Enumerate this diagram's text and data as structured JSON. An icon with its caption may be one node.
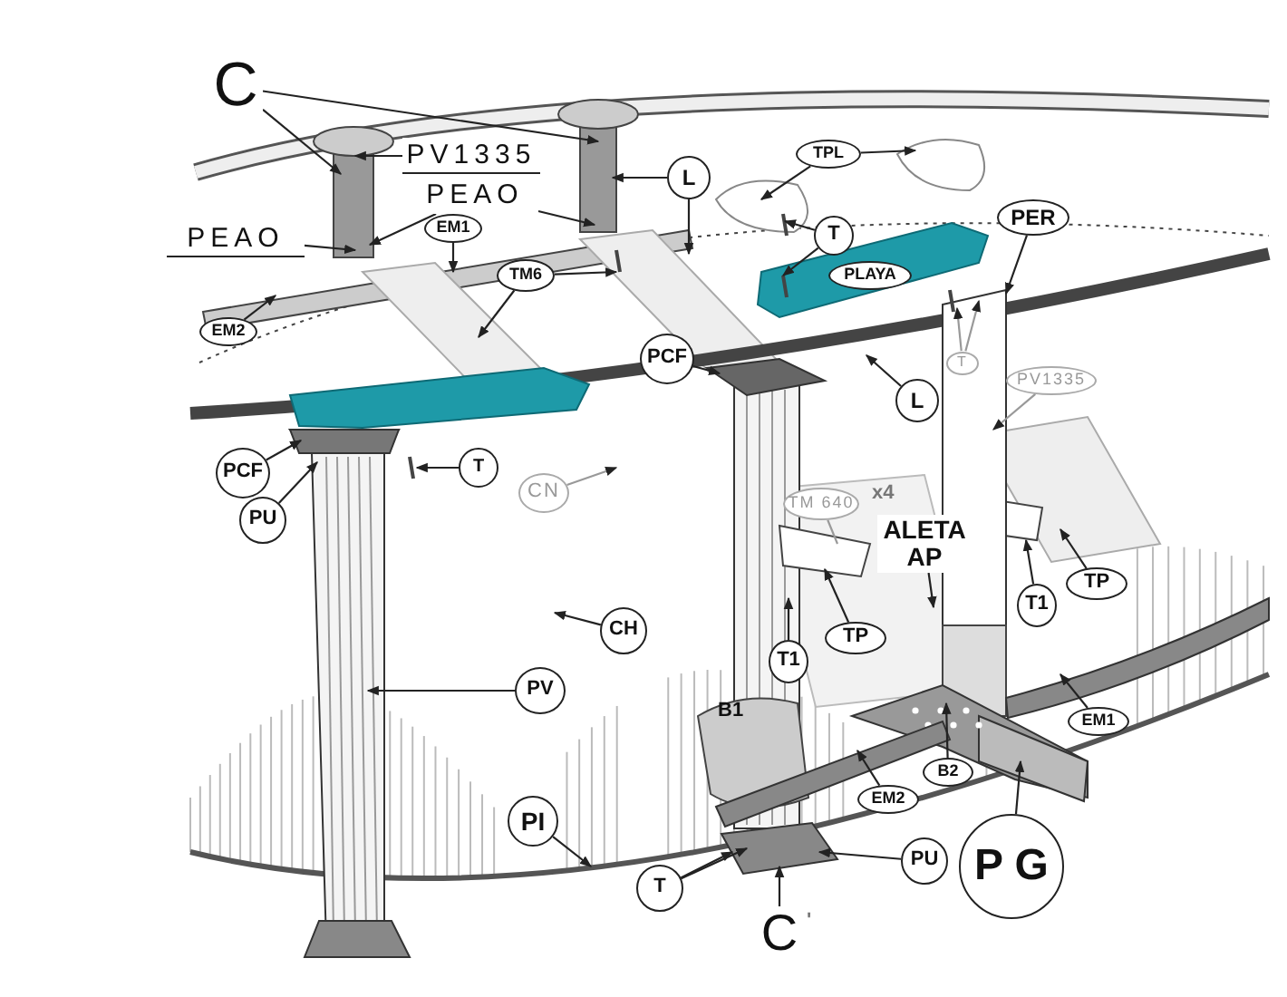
{
  "diagram": {
    "nodes": [
      {
        "text": [
          "C"
        ]
      },
      {
        "text": [
          "PV1335"
        ]
      },
      {
        "text": [
          "PEAO"
        ]
      },
      {
        "text": [
          "PEAO"
        ]
      },
      {
        "text": [
          "EM1"
        ]
      },
      {
        "text": [
          "EM2"
        ]
      },
      {
        "text": [
          "L"
        ]
      },
      {
        "text": [
          "TM6"
        ]
      },
      {
        "text": [
          "TPL"
        ]
      },
      {
        "text": [
          "T"
        ]
      },
      {
        "text": [
          "PER"
        ]
      },
      {
        "text": [
          "PCF"
        ]
      },
      {
        "text": [
          "L"
        ]
      },
      {
        "text": [
          "T"
        ]
      },
      {
        "text": [
          "PV1335"
        ]
      },
      {
        "text": [
          "PCF"
        ]
      },
      {
        "text": [
          "PU"
        ]
      },
      {
        "text": [
          "T"
        ]
      },
      {
        "text": [
          "CN"
        ]
      },
      {
        "text": [
          "TM 640"
        ],
        "beside": [
          "x4"
        ]
      },
      {
        "text": [
          "ALETA AP"
        ]
      },
      {
        "text": [
          "TP"
        ]
      },
      {
        "text": [
          "TP"
        ]
      },
      {
        "text": [
          "T1"
        ]
      },
      {
        "text": [
          "T1"
        ]
      },
      {
        "text": [
          "CH"
        ]
      },
      {
        "text": [
          "PV"
        ]
      },
      {
        "text": [
          "EM1"
        ]
      },
      {
        "text": [
          "EM2"
        ]
      },
      {
        "text": [
          "B2"
        ]
      },
      {
        "text": [
          "PI"
        ]
      },
      {
        "text": [
          "PU"
        ]
      },
      {
        "text": [
          "T"
        ]
      },
      {
        "text": [
          "C"
        ],
        "beside": [
          "'"
        ]
      },
      {
        "text": [
          "P G"
        ]
      },
      {
        "text": [
          "PLAYA"
        ]
      }
    ],
    "edges": [
      {
        "from": 0,
        "to": null,
        "arrow": "to"
      },
      {
        "from": 0,
        "to": null,
        "arrow": "to"
      },
      {
        "from": 1,
        "to": null,
        "arrow": "to"
      },
      {
        "from": 2,
        "to": null,
        "arrow": "to"
      },
      {
        "from": 2,
        "to": null,
        "arrow": "to"
      },
      {
        "from": 3,
        "to": null,
        "arrow": "to"
      },
      {
        "from": 4,
        "to": null,
        "arrow": "to"
      },
      {
        "from": 5,
        "to": null,
        "arrow": "to"
      },
      {
        "from": 6,
        "to": null,
        "arrow": "to"
      },
      {
        "from": 6,
        "to": null,
        "arrow": "to"
      },
      {
        "from": 7,
        "to": null,
        "arrow": "to"
      },
      {
        "from": 7,
        "to": null,
        "arrow": "to"
      },
      {
        "from": 8,
        "to": null,
        "arrow": "to"
      },
      {
        "from": 8,
        "to": null,
        "arrow": "to"
      },
      {
        "from": 9,
        "to": null,
        "arrow": "to"
      },
      {
        "from": 9,
        "to": null,
        "arrow": "to"
      },
      {
        "from": 10,
        "to": null,
        "arrow": "to"
      },
      {
        "from": 11,
        "to": null,
        "arrow": "to"
      },
      {
        "from": 12,
        "to": null,
        "arrow": "to"
      },
      {
        "from": 13,
        "to": null,
        "arrow": "to",
        "color": "#999999"
      },
      {
        "from": 13,
        "to": null,
        "arrow": "to",
        "color": "#999999"
      },
      {
        "from": 14,
        "to": null,
        "arrow": "to",
        "color": "#999999"
      },
      {
        "from": 15,
        "to": null,
        "arrow": "to"
      },
      {
        "from": 16,
        "to": null,
        "arrow": "to"
      },
      {
        "from": 17,
        "to": null,
        "arrow": "to"
      },
      {
        "from": 18,
        "to": null,
        "arrow": "to",
        "color": "#999999"
      },
      {
        "from": 19,
        "to": null,
        "arrow": "none",
        "color": "#999999"
      },
      {
        "from": 20,
        "to": null,
        "arrow": "to"
      },
      {
        "from": 21,
        "to": null,
        "arrow": "to"
      },
      {
        "from": 22,
        "to": null,
        "arrow": "to"
      },
      {
        "from": 23,
        "to": null,
        "arrow": "to"
      },
      {
        "from": 24,
        "to": null,
        "arrow": "to"
      },
      {
        "from": 25,
        "to": null,
        "arrow": "to"
      },
      {
        "from": 26,
        "to": null,
        "arrow": "to"
      },
      {
        "from": 27,
        "to": null,
        "arrow": "to"
      },
      {
        "from": 28,
        "to": null,
        "arrow": "to"
      },
      {
        "from": 29,
        "to": null,
        "arrow": "to"
      },
      {
        "from": 30,
        "to": null,
        "arrow": "to"
      },
      {
        "from": 31,
        "to": null,
        "arrow": "to"
      },
      {
        "from": 32,
        "to": null,
        "arrow": "to"
      },
      {
        "from": 32,
        "to": null,
        "arrow": "to"
      },
      {
        "from": 33,
        "to": null,
        "arrow": "to"
      },
      {
        "from": 34,
        "to": null,
        "arrow": "to"
      }
    ],
    "labels": [
      "B1"
    ]
  }
}
